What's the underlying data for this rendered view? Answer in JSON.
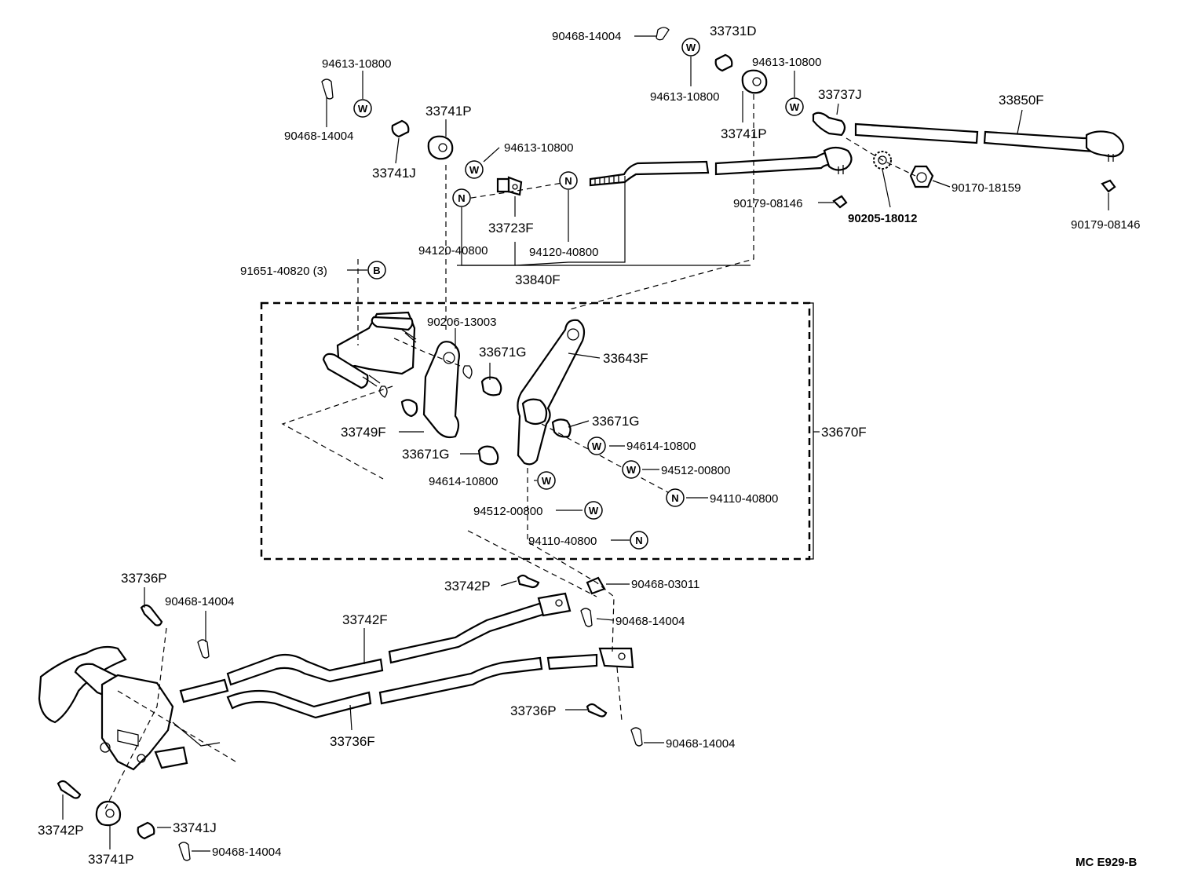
{
  "diagram": {
    "ref_code": "MC  E929-B",
    "symbols": {
      "washer": "W",
      "nut": "N",
      "bolt": "B"
    },
    "labels": {
      "l1": "90468-14004",
      "l2": "33731D",
      "l3": "94613-10800",
      "l4": "94613-10800",
      "l5": "94613-10800",
      "l6": "90468-14004",
      "l7": "33741P",
      "l8": "33741J",
      "l9": "94613-10800",
      "l10": "33741P",
      "l11": "33737J",
      "l12": "33850F",
      "l13": "33723F",
      "l14": "94120-40800",
      "l15": "94120-40800",
      "l16": "33840F",
      "l17": "90179-08146",
      "l18": "90205-18012",
      "l19": "90170-18159",
      "l20": "90179-08146",
      "l21": "91651-40820 (3)",
      "l22": "90206-13003",
      "l23": "33671G",
      "l24": "33643F",
      "l25": "33671G",
      "l26": "33749F",
      "l27": "33670F",
      "l28": "33671G",
      "l29": "94614-10800",
      "l30": "94512-00800",
      "l31": "94614-10800",
      "l32": "94110-40800",
      "l33": "94512-00800",
      "l34": "94110-40800",
      "l35": "33742P",
      "l36": "90468-03011",
      "l37": "33736P",
      "l38": "90468-14004",
      "l39": "33742F",
      "l40": "90468-14004",
      "l41": "33736P",
      "l42": "33736F",
      "l43": "90468-14004",
      "l44": "33742P",
      "l45": "33741J",
      "l46": "33741P",
      "l47": "90468-14004"
    }
  }
}
